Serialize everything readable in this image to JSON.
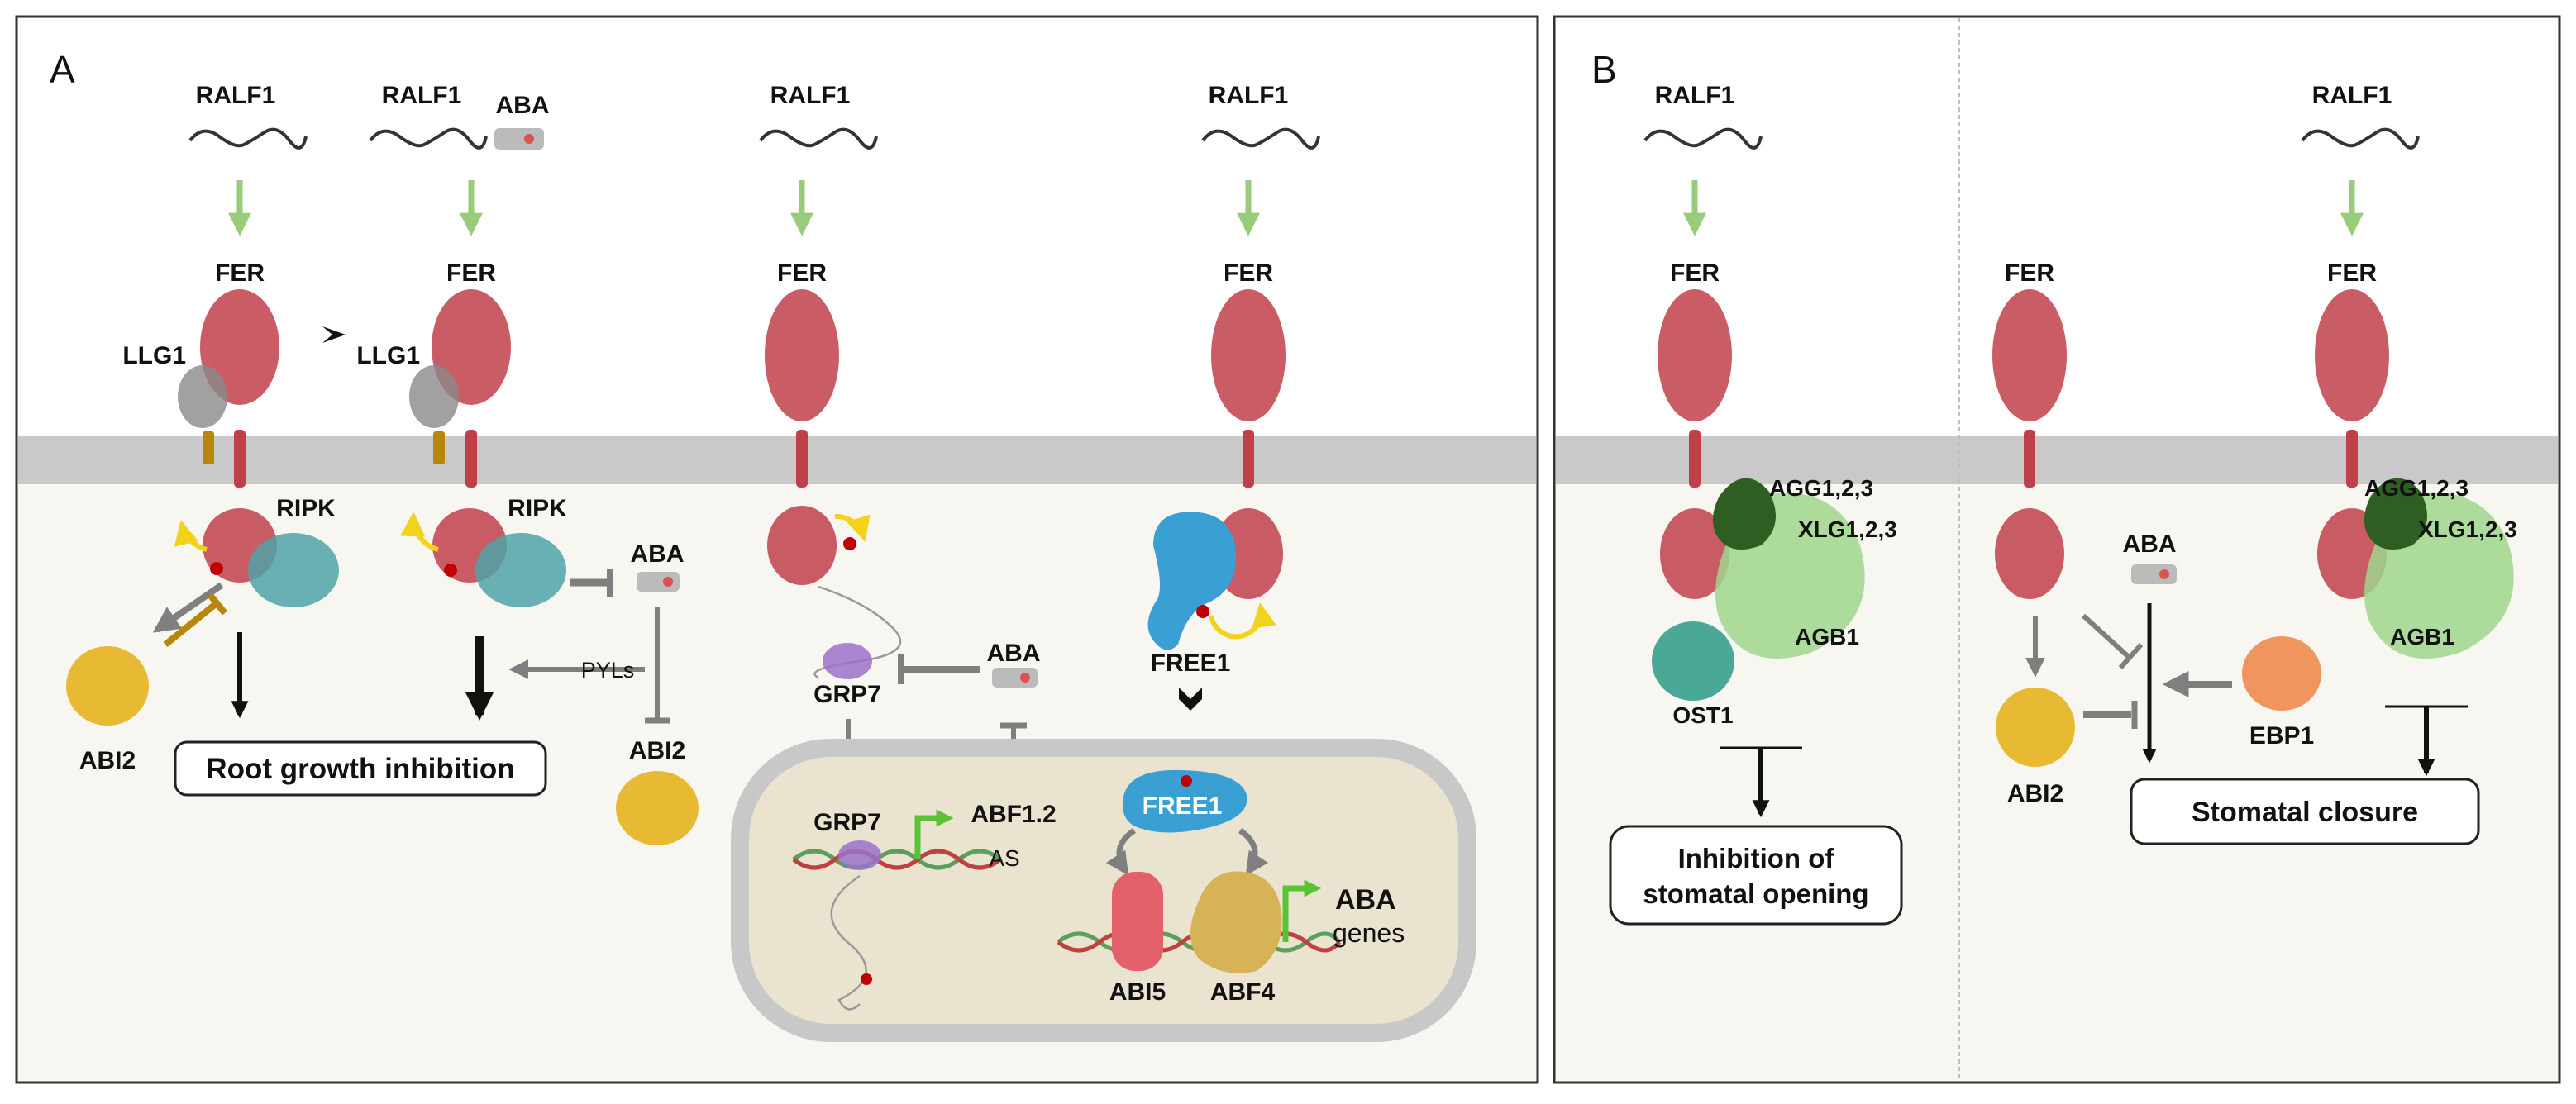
{
  "panels": {
    "a": {
      "letter": "A"
    },
    "b": {
      "letter": "B"
    }
  },
  "colors": {
    "membrane": "#c9c9c9",
    "cytoplasm": "#f7f6f1",
    "nucleus_fill": "#eae3d0",
    "nucleus_border": "#c8c8c8",
    "fer": "#c0404a",
    "ripk": "#4fa3a8",
    "llg1": "#8a8a8a",
    "abi2": "#e6b21e",
    "grp7": "#9b72c9",
    "free1": "#3a9fd2",
    "abi5": "#e4606a",
    "abf4": "#d7b357",
    "agg": "#2e5e22",
    "xlg_agb": "#9fd68c",
    "ost1": "#2a9a86",
    "ebp1": "#ee8b4e",
    "activation_arrow": "#99cc7a",
    "inhibition": "#7f7f7f",
    "ochre": "#b8860b",
    "tss_arrow": "#5bc236"
  },
  "labels": {
    "ralf1": "RALF1",
    "aba": "ABA",
    "fer": "FER",
    "llg1": "LLG1",
    "ripk": "RIPK",
    "abi2": "ABI2",
    "pyls": "PYLs",
    "grp7": "GRP7",
    "free1": "FREE1",
    "abf12": "ABF1.2",
    "as": "AS",
    "abi5": "ABI5",
    "abf4": "ABF4",
    "aba_genes_1": "ABA",
    "aba_genes_2": "genes",
    "agg": "AGG1,2,3",
    "xlg": "XLG1,2,3",
    "agb1": "AGB1",
    "ost1": "OST1",
    "ebp1": "EBP1"
  },
  "outcomes": {
    "root": "Root growth inhibition",
    "inhib_open_1": "Inhibition of",
    "inhib_open_2": "stomatal opening",
    "stomatal_closure": "Stomatal closure"
  }
}
